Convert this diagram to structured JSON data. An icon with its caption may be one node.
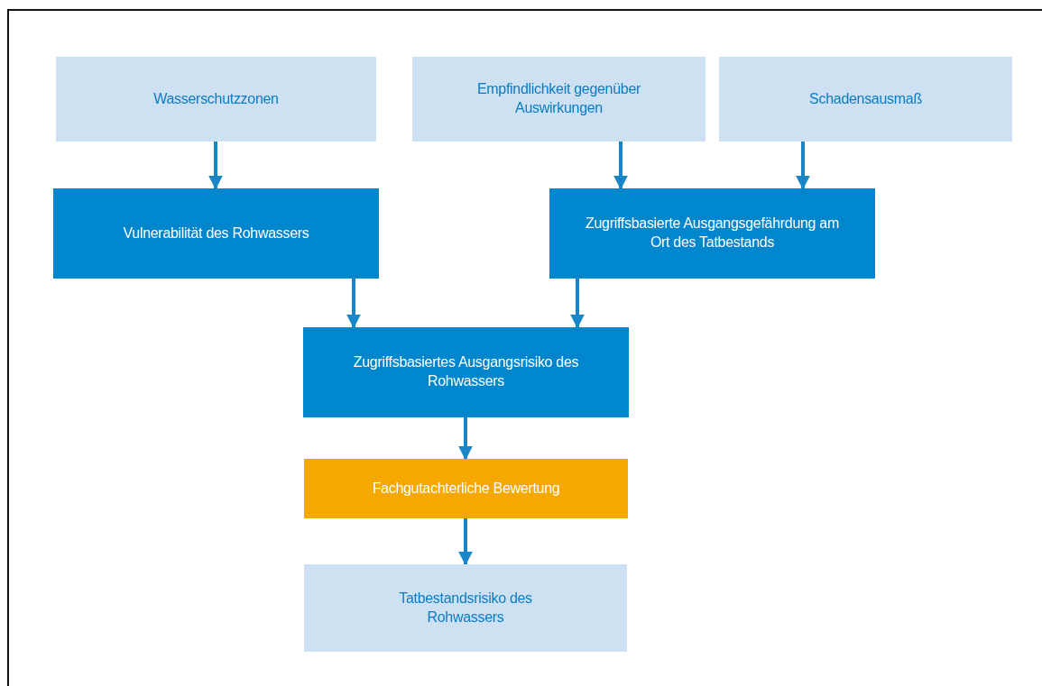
{
  "diagram": {
    "nodes": [
      {
        "text": [
          "Wasserschutzzonen"
        ]
      },
      {
        "text": [
          "Empfindlichkeit gegenüber Auswirkungen"
        ]
      },
      {
        "text": [
          "Schadensausmaß"
        ]
      },
      {
        "text": [
          "Vulnerabilität des Rohwassers"
        ]
      },
      {
        "text": [
          "Zugriffsbasierte Ausgangsgefährdung am Ort des Tatbestands"
        ]
      },
      {
        "text": [
          "Zugriffsbasiertes Ausgangsrisiko des Rohwassers"
        ]
      },
      {
        "text": [
          "Fachgutachterliche Bewertung"
        ]
      },
      {
        "text": [
          "Tatbestandsrisiko des Rohwassers"
        ]
      }
    ],
    "edges": [
      {
        "from": 0,
        "to": 3,
        "arrow": "to"
      },
      {
        "from": 1,
        "to": 4,
        "arrow": "to"
      },
      {
        "from": 2,
        "to": 4,
        "arrow": "to"
      },
      {
        "from": 3,
        "to": 5,
        "arrow": "to"
      },
      {
        "from": 4,
        "to": 5,
        "arrow": "to"
      },
      {
        "from": 5,
        "to": 6,
        "arrow": "to"
      },
      {
        "from": 6,
        "to": 7,
        "arrow": "to"
      }
    ]
  }
}
